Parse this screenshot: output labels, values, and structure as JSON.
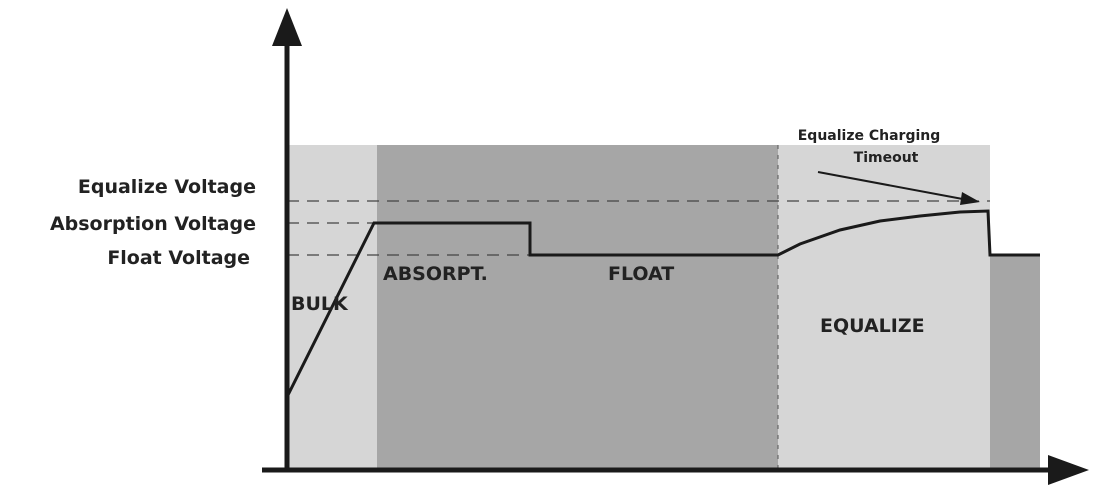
{
  "voltage_labels": {
    "equalize": "Equalize Voltage",
    "absorption": "Absorption Voltage",
    "float": "Float Voltage"
  },
  "stages": {
    "bulk": "BULK",
    "absorption": "ABSORPT.",
    "float": "FLOAT",
    "equalize": "EQUALIZE"
  },
  "annotation": {
    "line1": "Equalize Charging",
    "line2": "Timeout"
  },
  "colors": {
    "background": "#ffffff",
    "light_region": "#d6d6d6",
    "dark_region": "#a6a6a6",
    "curve": "#1a1a1a",
    "text": "#222222"
  }
}
